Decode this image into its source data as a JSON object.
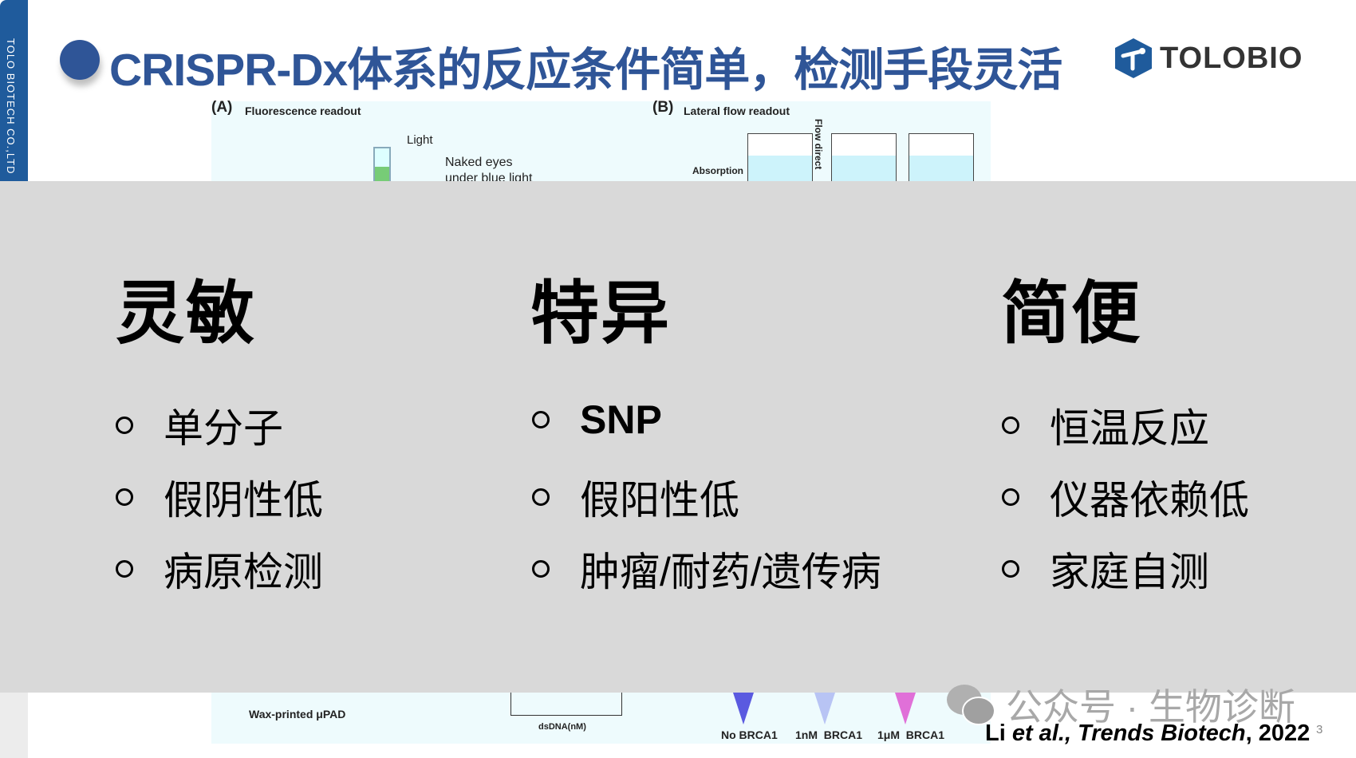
{
  "sidebar": {
    "company": "TOLO BIOTECH CO.,LTD"
  },
  "header": {
    "title": "CRISPR-Dx体系的反应条件简单，检测手段灵活",
    "logo": "TOLOBIO"
  },
  "figure": {
    "panel_a_label": "(A)",
    "panel_a_title": "Fluorescence readout",
    "light": "Light",
    "naked_eyes": "Naked eyes",
    "under_blue": "under blue light",
    "panel_b_label": "(B)",
    "panel_b_title": "Lateral flow readout",
    "flow": "Flow direct",
    "absorption": "Absorption",
    "wax": "Wax-printed μPAD",
    "dsdna": "dsDNA(nM)",
    "tubes": [
      "No BRCA1",
      "1nM  BRCA1",
      "1μM  BRCA1"
    ]
  },
  "columns": [
    {
      "heading": "灵敏",
      "items": [
        "单分子",
        "假阴性低",
        "病原检测"
      ]
    },
    {
      "heading": "特异",
      "items": [
        "SNP",
        "假阳性低",
        "肿瘤/耐药/遗传病"
      ]
    },
    {
      "heading": "简便",
      "items": [
        "恒温反应",
        "仪器依赖低",
        "家庭自测"
      ]
    }
  ],
  "watermark": "公众号 · 生物诊断",
  "citation": {
    "author": "Li ",
    "etal": "et al.",
    "journal": ", Trends Biotech",
    "year": ", 2022"
  },
  "page_number": "3",
  "colors": {
    "brand": "#2f5597",
    "sidebar": "#1f5b9c",
    "overlay": "#d9d9d9"
  }
}
